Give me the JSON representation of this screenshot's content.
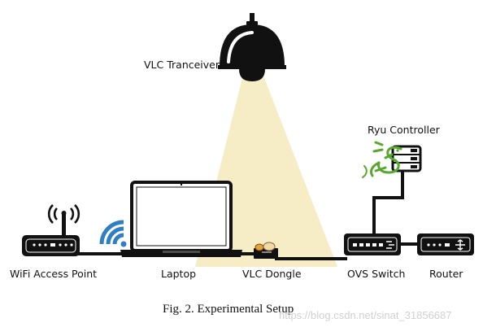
{
  "labels": {
    "vlc_transceiver": "VLC Tranceiver",
    "ryu_controller": "Ryu Controller",
    "wifi_ap": "WiFi Access Point",
    "laptop": "Laptop",
    "vlc_dongle": "VLC Dongle",
    "ovs_switch": "OVS Switch",
    "router": "Router"
  },
  "caption": "Fig. 2.   Experimental Setup",
  "watermark": "https://blog.csdn.net/sinat_31856687",
  "colors": {
    "ink": "#111111",
    "light_beam": "#f6ecc6",
    "wifi_blue": "#2f7fc2",
    "ryu_green": "#57a82c"
  },
  "icons": [
    "lamp-icon",
    "server-icon",
    "ryu-dragon-icon",
    "access-point-icon",
    "antenna-icon",
    "wifi-signal-icon",
    "laptop-icon",
    "vlc-dongle-icon",
    "switch-icon",
    "router-icon"
  ]
}
